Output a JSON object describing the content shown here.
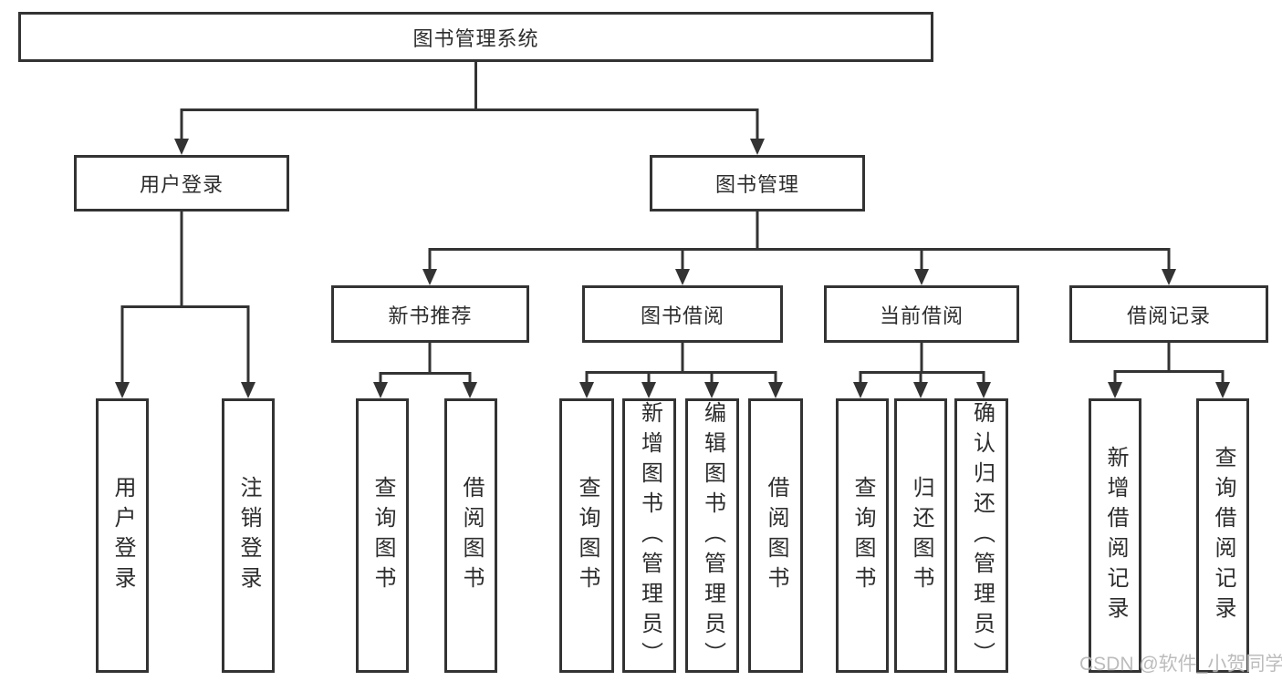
{
  "tree": {
    "root": "图书管理系统",
    "children": [
      {
        "label": "用户登录",
        "children": [
          "用户登录",
          "注销登录"
        ]
      },
      {
        "label": "图书管理",
        "children": [
          {
            "label": "新书推荐",
            "children": [
              "查询图书",
              "借阅图书"
            ]
          },
          {
            "label": "图书借阅",
            "children": [
              "查询图书",
              "新增图书（管理员）",
              "编辑图书（管理员）",
              "借阅图书"
            ]
          },
          {
            "label": "当前借阅",
            "children": [
              "查询图书",
              "归还图书",
              "确认归还（管理员）"
            ]
          },
          {
            "label": "借阅记录",
            "children": [
              "新增借阅记录",
              "查询借阅记录"
            ]
          }
        ]
      }
    ]
  },
  "watermark": {
    "text": "CSDN @软件_小贺同学"
  },
  "colors": {
    "line": "#333333",
    "text": "#2d2d2d",
    "watermark": "#b5b5b5",
    "background": "#ffffff"
  }
}
